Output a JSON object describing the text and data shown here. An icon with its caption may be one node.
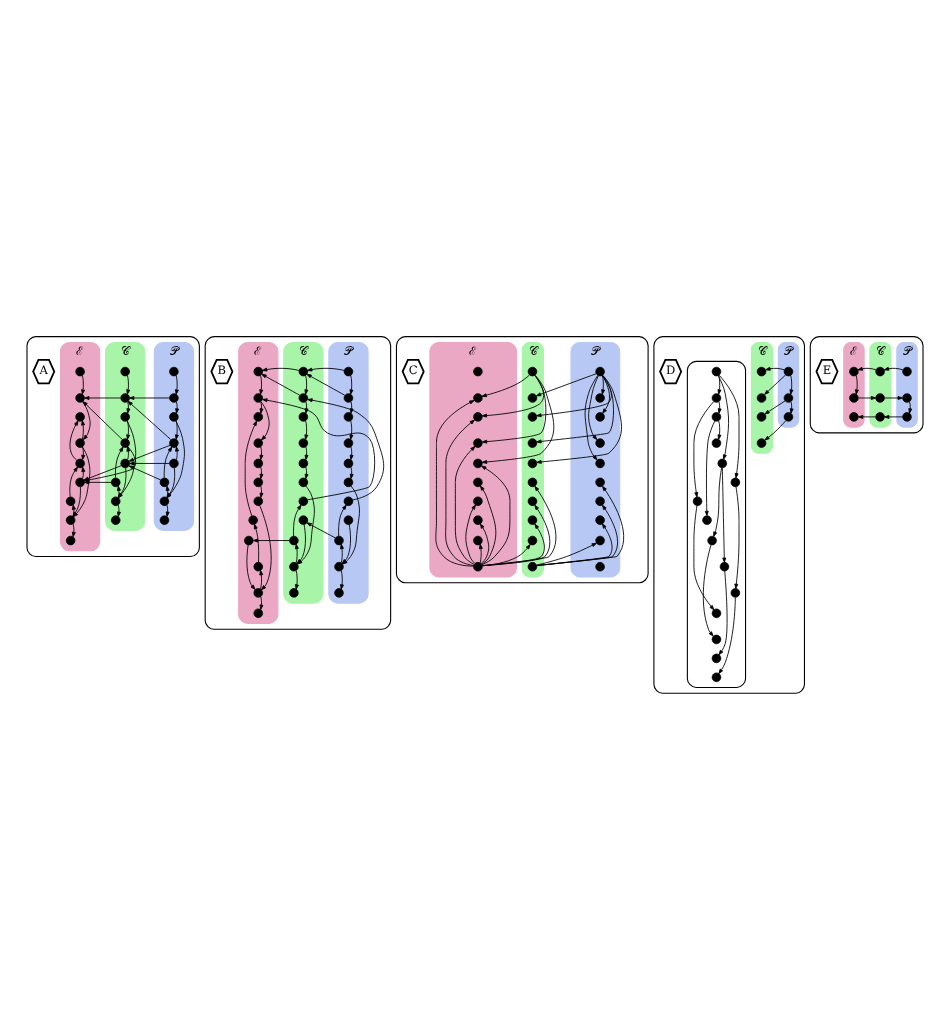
{
  "diagram": {
    "nodes": [
      {
        "text": [],
        "shape": "box"
      },
      {
        "text": [
          "A"
        ],
        "in": 0
      },
      {
        "text": [
          "𝒫"
        ],
        "in": 0
      },
      {
        "text": [
          "𝒞"
        ],
        "in": 0
      },
      {
        "text": [
          "ℰ"
        ],
        "in": 0
      },
      {
        "text": [],
        "shape": "circle",
        "in": 2
      },
      {
        "text": [],
        "shape": "circle",
        "in": 2
      },
      {
        "text": [],
        "shape": "circle",
        "in": 2
      },
      {
        "text": [],
        "shape": "circle",
        "in": 2
      },
      {
        "text": [],
        "shape": "circle",
        "in": 2
      },
      {
        "text": [],
        "shape": "circle",
        "in": 2
      },
      {
        "text": [],
        "shape": "circle",
        "in": 2
      },
      {
        "text": [],
        "shape": "circle",
        "in": 2
      },
      {
        "text": [],
        "shape": "circle",
        "in": 3
      },
      {
        "text": [],
        "shape": "circle",
        "in": 3
      },
      {
        "text": [],
        "shape": "circle",
        "in": 3
      },
      {
        "text": [],
        "shape": "circle",
        "in": 3
      },
      {
        "text": [],
        "shape": "circle",
        "in": 3
      },
      {
        "text": [],
        "shape": "circle",
        "in": 3
      },
      {
        "text": [],
        "shape": "circle",
        "in": 3
      },
      {
        "text": [],
        "shape": "circle",
        "in": 3
      },
      {
        "text": [],
        "shape": "circle",
        "in": 4
      },
      {
        "text": [],
        "shape": "circle",
        "in": 4
      },
      {
        "text": [],
        "shape": "circle",
        "in": 4
      },
      {
        "text": [],
        "shape": "circle",
        "in": 4
      },
      {
        "text": [],
        "shape": "circle",
        "in": 4
      },
      {
        "text": [],
        "shape": "circle",
        "in": 4
      },
      {
        "text": [],
        "shape": "circle",
        "in": 4
      },
      {
        "text": [],
        "shape": "circle",
        "in": 4
      },
      {
        "text": [],
        "shape": "circle",
        "in": 4
      },
      {
        "text": [],
        "shape": "box"
      },
      {
        "text": [
          "B"
        ],
        "in": 30
      },
      {
        "text": [
          "𝒫"
        ],
        "in": 30
      },
      {
        "text": [
          "𝒞"
        ],
        "in": 30
      },
      {
        "text": [
          "ℰ"
        ],
        "in": 30
      },
      {
        "text": [],
        "shape": "circle",
        "in": 32
      },
      {
        "text": [],
        "shape": "circle",
        "in": 32
      },
      {
        "text": [],
        "shape": "circle",
        "in": 32
      },
      {
        "text": [],
        "shape": "circle",
        "in": 32
      },
      {
        "text": [],
        "shape": "circle",
        "in": 32
      },
      {
        "text": [],
        "shape": "circle",
        "in": 32
      },
      {
        "text": [],
        "shape": "circle",
        "in": 32
      },
      {
        "text": [],
        "shape": "circle",
        "in": 32
      },
      {
        "text": [],
        "shape": "circle",
        "in": 32
      },
      {
        "text": [],
        "shape": "circle",
        "in": 32
      },
      {
        "text": [],
        "shape": "circle",
        "in": 32
      },
      {
        "text": [],
        "shape": "circle",
        "in": 33
      },
      {
        "text": [],
        "shape": "circle",
        "in": 33
      },
      {
        "text": [],
        "shape": "circle",
        "in": 33
      },
      {
        "text": [],
        "shape": "circle",
        "in": 33
      },
      {
        "text": [],
        "shape": "circle",
        "in": 33
      },
      {
        "text": [],
        "shape": "circle",
        "in": 33
      },
      {
        "text": [],
        "shape": "circle",
        "in": 33
      },
      {
        "text": [],
        "shape": "circle",
        "in": 33
      },
      {
        "text": [],
        "shape": "circle",
        "in": 33
      },
      {
        "text": [],
        "shape": "circle",
        "in": 33
      },
      {
        "text": [],
        "shape": "circle",
        "in": 33
      },
      {
        "text": [],
        "shape": "circle",
        "in": 34
      },
      {
        "text": [],
        "shape": "circle",
        "in": 34
      },
      {
        "text": [],
        "shape": "circle",
        "in": 34
      },
      {
        "text": [],
        "shape": "circle",
        "in": 34
      },
      {
        "text": [],
        "shape": "circle",
        "in": 34
      },
      {
        "text": [],
        "shape": "circle",
        "in": 34
      },
      {
        "text": [],
        "shape": "circle",
        "in": 34
      },
      {
        "text": [],
        "shape": "circle",
        "in": 34
      },
      {
        "text": [],
        "shape": "circle",
        "in": 34
      },
      {
        "text": [],
        "shape": "circle",
        "in": 34
      },
      {
        "text": [],
        "shape": "circle",
        "in": 34
      },
      {
        "text": [],
        "shape": "circle",
        "in": 34
      },
      {
        "text": [],
        "shape": "box"
      },
      {
        "text": [
          "C"
        ],
        "in": 69
      },
      {
        "text": [
          "𝒫"
        ],
        "in": 69
      },
      {
        "text": [
          "𝒞"
        ],
        "in": 69
      },
      {
        "text": [
          "ℰ"
        ],
        "in": 69
      },
      {
        "text": [],
        "shape": "circle",
        "in": 71
      },
      {
        "text": [],
        "shape": "circle",
        "in": 71
      },
      {
        "text": [],
        "shape": "circle",
        "in": 71
      },
      {
        "text": [],
        "shape": "circle",
        "in": 71
      },
      {
        "text": [],
        "shape": "circle",
        "in": 71
      },
      {
        "text": [],
        "shape": "circle",
        "in": 71
      },
      {
        "text": [],
        "shape": "circle",
        "in": 71
      },
      {
        "text": [],
        "shape": "circle",
        "in": 71
      },
      {
        "text": [],
        "shape": "circle",
        "in": 71
      },
      {
        "text": [],
        "shape": "circle",
        "in": 71
      },
      {
        "text": [],
        "shape": "circle",
        "in": 72
      },
      {
        "text": [],
        "shape": "circle",
        "in": 72
      },
      {
        "text": [],
        "shape": "circle",
        "in": 72
      },
      {
        "text": [],
        "shape": "circle",
        "in": 72
      },
      {
        "text": [],
        "shape": "circle",
        "in": 72
      },
      {
        "text": [],
        "shape": "circle",
        "in": 72
      },
      {
        "text": [],
        "shape": "circle",
        "in": 72
      },
      {
        "text": [],
        "shape": "circle",
        "in": 72
      },
      {
        "text": [],
        "shape": "circle",
        "in": 72
      },
      {
        "text": [],
        "shape": "circle",
        "in": 72
      },
      {
        "text": [],
        "shape": "circle",
        "in": 73
      },
      {
        "text": [],
        "shape": "circle",
        "in": 73
      },
      {
        "text": [],
        "shape": "circle",
        "in": 73
      },
      {
        "text": [],
        "shape": "circle",
        "in": 73
      },
      {
        "text": [],
        "shape": "circle",
        "in": 73
      },
      {
        "text": [],
        "shape": "circle",
        "in": 73
      },
      {
        "text": [],
        "shape": "circle",
        "in": 73
      },
      {
        "text": [],
        "shape": "circle",
        "in": 73
      },
      {
        "text": [],
        "shape": "circle",
        "in": 73
      },
      {
        "text": [],
        "shape": "circle",
        "in": 73
      },
      {
        "text": [],
        "shape": "box"
      },
      {
        "text": [
          "D"
        ],
        "in": 104
      },
      {
        "text": [
          "𝒫"
        ],
        "in": 104
      },
      {
        "text": [
          "𝒞"
        ],
        "in": 104
      },
      {
        "text": [],
        "shape": "box",
        "in": 104
      },
      {
        "text": [],
        "shape": "circle",
        "in": 106
      },
      {
        "text": [],
        "shape": "circle",
        "in": 106
      },
      {
        "text": [],
        "shape": "circle",
        "in": 106
      },
      {
        "text": [],
        "shape": "circle",
        "in": 107
      },
      {
        "text": [],
        "shape": "circle",
        "in": 107
      },
      {
        "text": [],
        "shape": "circle",
        "in": 107
      },
      {
        "text": [],
        "shape": "circle",
        "in": 107
      },
      {
        "text": [],
        "shape": "circle",
        "in": 108
      },
      {
        "text": [],
        "shape": "circle",
        "in": 108
      },
      {
        "text": [],
        "shape": "circle",
        "in": 108
      },
      {
        "text": [],
        "shape": "circle",
        "in": 108
      },
      {
        "text": [],
        "shape": "circle",
        "in": 108
      },
      {
        "text": [],
        "shape": "circle",
        "in": 108
      },
      {
        "text": [],
        "shape": "circle",
        "in": 108
      },
      {
        "text": [],
        "shape": "circle",
        "in": 108
      },
      {
        "text": [],
        "shape": "circle",
        "in": 108
      },
      {
        "text": [],
        "shape": "circle",
        "in": 108
      },
      {
        "text": [],
        "shape": "circle",
        "in": 108
      },
      {
        "text": [],
        "shape": "circle",
        "in": 108
      },
      {
        "text": [],
        "shape": "circle",
        "in": 108
      },
      {
        "text": [],
        "shape": "circle",
        "in": 108
      },
      {
        "text": [],
        "shape": "circle",
        "in": 108
      },
      {
        "text": [],
        "shape": "box"
      },
      {
        "text": [
          "E"
        ],
        "in": 131
      },
      {
        "text": [
          "𝒫"
        ],
        "in": 131
      },
      {
        "text": [
          "𝒞"
        ],
        "in": 131
      },
      {
        "text": [
          "ℰ"
        ],
        "in": 131
      },
      {
        "text": [],
        "shape": "circle",
        "in": 133
      },
      {
        "text": [],
        "shape": "circle",
        "in": 133
      },
      {
        "text": [],
        "shape": "circle",
        "in": 133
      },
      {
        "text": [],
        "shape": "circle",
        "in": 134
      },
      {
        "text": [],
        "shape": "circle",
        "in": 134
      },
      {
        "text": [],
        "shape": "circle",
        "in": 134
      },
      {
        "text": [],
        "shape": "circle",
        "in": 135
      },
      {
        "text": [],
        "shape": "circle",
        "in": 135
      },
      {
        "text": [],
        "shape": "circle",
        "in": 135
      }
    ],
    "edges": [
      {
        "from": 5,
        "to": 6,
        "arrow": "to"
      },
      {
        "from": 6,
        "to": 7,
        "arrow": "to"
      },
      {
        "from": 6,
        "to": 14,
        "arrow": "to"
      },
      {
        "from": 7,
        "to": 8,
        "arrow": "to"
      },
      {
        "from": 7,
        "to": 11,
        "arrow": "to"
      },
      {
        "from": 8,
        "to": 14,
        "arrow": "to"
      },
      {
        "from": 8,
        "to": 17,
        "arrow": "to"
      },
      {
        "from": 9,
        "to": 8,
        "arrow": "to"
      },
      {
        "from": 9,
        "to": 17,
        "arrow": "to"
      },
      {
        "from": 9,
        "to": 11,
        "arrow": "to"
      },
      {
        "from": 10,
        "to": 8,
        "arrow": "to"
      },
      {
        "from": 10,
        "to": 17,
        "arrow": "to"
      },
      {
        "from": 11,
        "to": 10,
        "arrow": "to"
      },
      {
        "from": 11,
        "to": 12,
        "arrow": "to"
      },
      {
        "from": 13,
        "to": 14,
        "arrow": "to"
      },
      {
        "from": 14,
        "to": 15,
        "arrow": "to"
      },
      {
        "from": 14,
        "to": 22,
        "arrow": "to"
      },
      {
        "from": 15,
        "to": 16,
        "arrow": "to"
      },
      {
        "from": 15,
        "to": 19,
        "arrow": "to"
      },
      {
        "from": 16,
        "to": 22,
        "arrow": "to"
      },
      {
        "from": 16,
        "to": 26,
        "arrow": "to"
      },
      {
        "from": 17,
        "to": 16,
        "arrow": "to"
      },
      {
        "from": 17,
        "to": 26,
        "arrow": "to"
      },
      {
        "from": 17,
        "to": 19,
        "arrow": "to"
      },
      {
        "from": 18,
        "to": 16,
        "arrow": "to"
      },
      {
        "from": 18,
        "to": 26,
        "arrow": "to"
      },
      {
        "from": 19,
        "to": 18,
        "arrow": "to"
      },
      {
        "from": 19,
        "to": 20,
        "arrow": "to"
      },
      {
        "from": 21,
        "to": 22,
        "arrow": "to"
      },
      {
        "from": 22,
        "to": 24,
        "arrow": "to"
      },
      {
        "from": 24,
        "to": 23,
        "arrow": "to"
      },
      {
        "from": 24,
        "to": 25,
        "arrow": "to"
      },
      {
        "from": 24,
        "to": 28,
        "arrow": "to"
      },
      {
        "from": 25,
        "to": 23,
        "arrow": "to"
      },
      {
        "from": 26,
        "to": 25,
        "arrow": "to"
      },
      {
        "from": 26,
        "to": 28,
        "arrow": "to"
      },
      {
        "from": 27,
        "to": 25,
        "arrow": "to"
      },
      {
        "from": 28,
        "to": 27,
        "arrow": "to"
      },
      {
        "from": 28,
        "to": 29,
        "arrow": "to"
      },
      {
        "from": 35,
        "to": 36,
        "arrow": "to"
      },
      {
        "from": 36,
        "to": 37,
        "arrow": "to"
      },
      {
        "from": 37,
        "to": 38,
        "arrow": "to"
      },
      {
        "from": 38,
        "to": 39,
        "arrow": "to"
      },
      {
        "from": 39,
        "to": 40,
        "arrow": "to"
      },
      {
        "from": 42,
        "to": 44,
        "arrow": "to"
      },
      {
        "from": 44,
        "to": 45,
        "arrow": "to"
      },
      {
        "from": 44,
        "to": 43,
        "arrow": "to"
      },
      {
        "from": 43,
        "to": 41,
        "arrow": "to"
      },
      {
        "from": 40,
        "to": 44,
        "arrow": "to"
      },
      {
        "from": 35,
        "to": 46,
        "arrow": "to"
      },
      {
        "from": 36,
        "to": 46,
        "arrow": "to"
      },
      {
        "from": 41,
        "to": 47,
        "arrow": "to"
      },
      {
        "from": 43,
        "to": 53,
        "arrow": "to"
      },
      {
        "from": 46,
        "to": 47,
        "arrow": "to"
      },
      {
        "from": 47,
        "to": 48,
        "arrow": "to"
      },
      {
        "from": 48,
        "to": 49,
        "arrow": "to"
      },
      {
        "from": 49,
        "to": 50,
        "arrow": "to"
      },
      {
        "from": 50,
        "to": 51,
        "arrow": "to"
      },
      {
        "from": 53,
        "to": 55,
        "arrow": "to"
      },
      {
        "from": 55,
        "to": 56,
        "arrow": "to"
      },
      {
        "from": 55,
        "to": 54,
        "arrow": "to"
      },
      {
        "from": 54,
        "to": 52,
        "arrow": "to"
      },
      {
        "from": 51,
        "to": 55,
        "arrow": "to"
      },
      {
        "from": 46,
        "to": 57,
        "arrow": "to"
      },
      {
        "from": 47,
        "to": 57,
        "arrow": "to"
      },
      {
        "from": 52,
        "to": 58,
        "arrow": "to"
      },
      {
        "from": 54,
        "to": 65,
        "arrow": "to"
      },
      {
        "from": 57,
        "to": 58,
        "arrow": "to"
      },
      {
        "from": 58,
        "to": 60,
        "arrow": "to"
      },
      {
        "from": 60,
        "to": 61,
        "arrow": "to"
      },
      {
        "from": 61,
        "to": 62,
        "arrow": "to"
      },
      {
        "from": 62,
        "to": 63,
        "arrow": "to"
      },
      {
        "from": 65,
        "to": 67,
        "arrow": "to"
      },
      {
        "from": 67,
        "to": 68,
        "arrow": "to"
      },
      {
        "from": 67,
        "to": 66,
        "arrow": "to"
      },
      {
        "from": 66,
        "to": 64,
        "arrow": "to"
      },
      {
        "from": 64,
        "to": 59,
        "arrow": "to"
      },
      {
        "from": 63,
        "to": 67,
        "arrow": "to"
      },
      {
        "from": 58,
        "to": 59,
        "arrow": "to"
      },
      {
        "from": 74,
        "to": 75,
        "arrow": "to"
      },
      {
        "from": 74,
        "to": 76,
        "arrow": "to"
      },
      {
        "from": 74,
        "to": 77,
        "arrow": "to"
      },
      {
        "from": 74,
        "to": 78,
        "arrow": "to"
      },
      {
        "from": 74,
        "to": 85,
        "arrow": "to"
      },
      {
        "from": 74,
        "to": 86,
        "arrow": "to"
      },
      {
        "from": 74,
        "to": 87,
        "arrow": "to"
      },
      {
        "from": 74,
        "to": 88,
        "arrow": "to"
      },
      {
        "from": 84,
        "to": 95,
        "arrow": "to"
      },
      {
        "from": 84,
        "to": 96,
        "arrow": "to"
      },
      {
        "from": 84,
        "to": 97,
        "arrow": "to"
      },
      {
        "from": 84,
        "to": 98,
        "arrow": "to"
      },
      {
        "from": 93,
        "to": 79,
        "arrow": "to"
      },
      {
        "from": 93,
        "to": 80,
        "arrow": "to"
      },
      {
        "from": 93,
        "to": 81,
        "arrow": "to"
      },
      {
        "from": 93,
        "to": 82,
        "arrow": "to"
      },
      {
        "from": 103,
        "to": 89,
        "arrow": "to"
      },
      {
        "from": 103,
        "to": 90,
        "arrow": "to"
      },
      {
        "from": 103,
        "to": 91,
        "arrow": "to"
      },
      {
        "from": 103,
        "to": 92,
        "arrow": "to"
      },
      {
        "from": 103,
        "to": 95,
        "arrow": "to"
      },
      {
        "from": 103,
        "to": 96,
        "arrow": "to"
      },
      {
        "from": 103,
        "to": 97,
        "arrow": "to"
      },
      {
        "from": 103,
        "to": 98,
        "arrow": "to"
      },
      {
        "from": 103,
        "to": 99,
        "arrow": "to"
      },
      {
        "from": 103,
        "to": 100,
        "arrow": "to"
      },
      {
        "from": 103,
        "to": 101,
        "arrow": "to"
      },
      {
        "from": 103,
        "to": 102,
        "arrow": "to"
      },
      {
        "from": 109,
        "to": 112,
        "arrow": "to"
      },
      {
        "from": 109,
        "to": 110,
        "arrow": "to"
      },
      {
        "from": 109,
        "to": 113,
        "arrow": "to"
      },
      {
        "from": 110,
        "to": 111,
        "arrow": "to"
      },
      {
        "from": 110,
        "to": 114,
        "arrow": "to"
      },
      {
        "from": 111,
        "to": 115,
        "arrow": "to"
      },
      {
        "from": 116,
        "to": 117,
        "arrow": "to"
      },
      {
        "from": 117,
        "to": 118,
        "arrow": "to"
      },
      {
        "from": 118,
        "to": 119,
        "arrow": "to"
      },
      {
        "from": 116,
        "to": 120,
        "arrow": "to"
      },
      {
        "from": 120,
        "to": 124,
        "arrow": "to"
      },
      {
        "from": 116,
        "to": 121,
        "arrow": "to"
      },
      {
        "from": 121,
        "to": 126,
        "arrow": "to"
      },
      {
        "from": 126,
        "to": 130,
        "arrow": "to"
      },
      {
        "from": 117,
        "to": 122,
        "arrow": "to"
      },
      {
        "from": 122,
        "to": 127,
        "arrow": "to"
      },
      {
        "from": 118,
        "to": 123,
        "arrow": "to"
      },
      {
        "from": 120,
        "to": 125,
        "arrow": "to"
      },
      {
        "from": 125,
        "to": 129,
        "arrow": "to"
      },
      {
        "from": 124,
        "to": 128,
        "arrow": "to"
      },
      {
        "from": 136,
        "to": 139,
        "arrow": "to"
      },
      {
        "from": 139,
        "to": 142,
        "arrow": "to"
      },
      {
        "from": 142,
        "to": 143,
        "arrow": "to"
      },
      {
        "from": 143,
        "to": 140,
        "arrow": "to"
      },
      {
        "from": 140,
        "to": 137,
        "arrow": "to"
      },
      {
        "from": 137,
        "to": 138,
        "arrow": "to"
      },
      {
        "from": 138,
        "to": 141,
        "arrow": "to"
      },
      {
        "from": 141,
        "to": 144,
        "arrow": "to"
      }
    ]
  }
}
